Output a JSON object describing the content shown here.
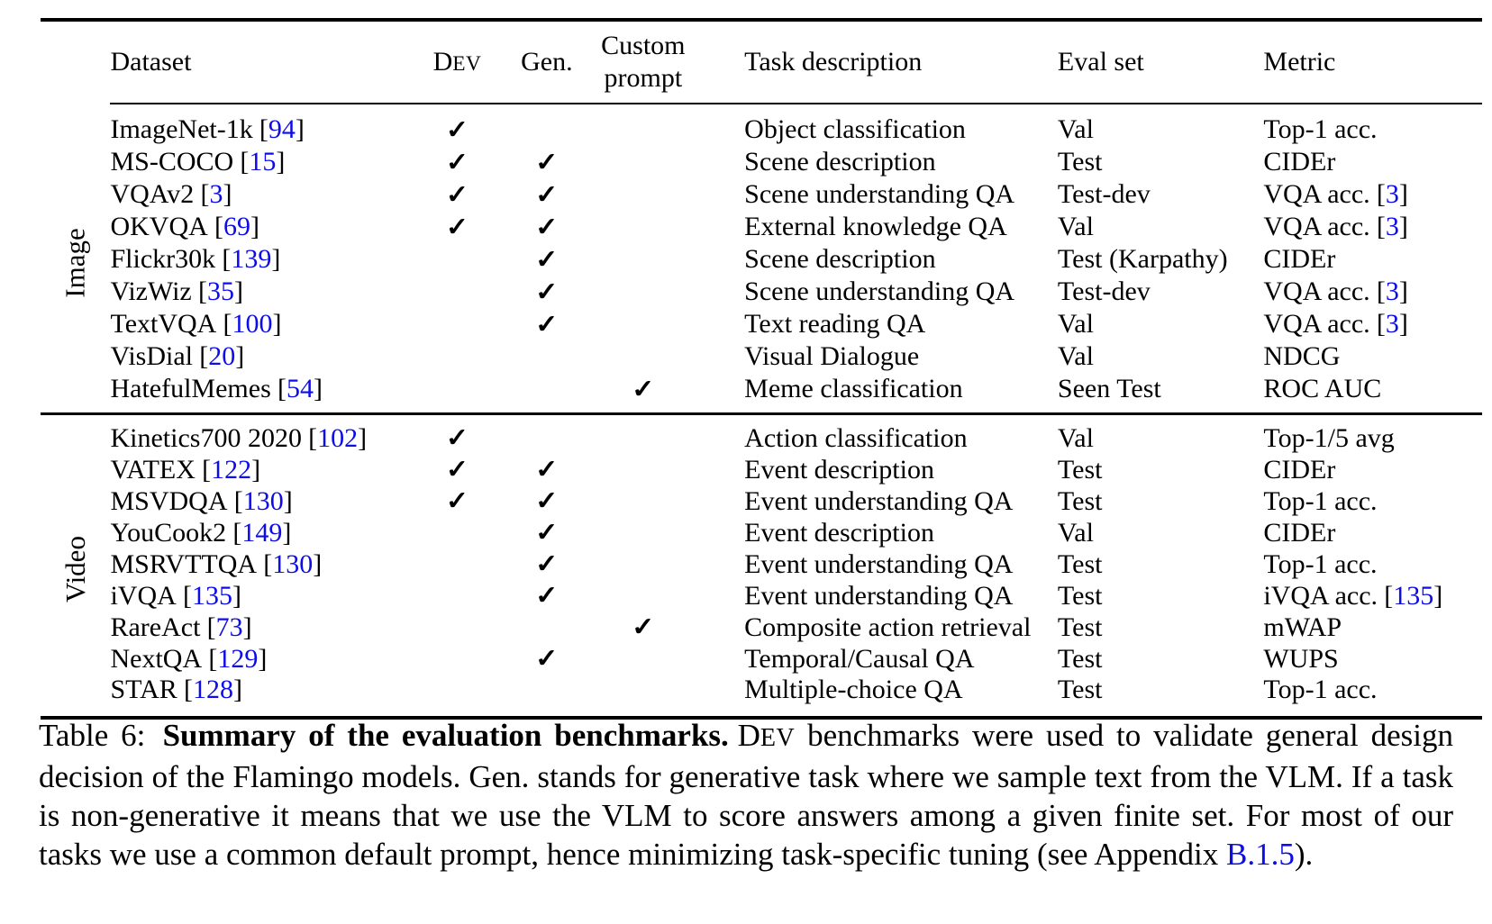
{
  "colors": {
    "link_blue": "#0D0DE8",
    "text": "#000000",
    "background": "#ffffff"
  },
  "cite": {
    "open": "[",
    "close": "]"
  },
  "header": {
    "dataset": "Dataset",
    "dev_first": "D",
    "dev_rest": "EV",
    "gen": "Gen.",
    "custom_line1": "Custom",
    "custom_line2": "prompt",
    "task": "Task description",
    "eval": "Eval set",
    "metric": "Metric"
  },
  "groups": [
    {
      "label": "Image",
      "rows": [
        {
          "dataset": "ImageNet-1k",
          "ref": "94",
          "dev": "✓",
          "gen": "",
          "custom": "",
          "task": "Object classification",
          "eval_set": "Val",
          "metric": "Top-1 acc."
        },
        {
          "dataset": "MS-COCO",
          "ref": "15",
          "dev": "✓",
          "gen": "✓",
          "custom": "",
          "task": "Scene description",
          "eval_set": "Test",
          "metric": "CIDEr"
        },
        {
          "dataset": "VQAv2",
          "ref": "3",
          "dev": "✓",
          "gen": "✓",
          "custom": "",
          "task": "Scene understanding QA",
          "eval_set": "Test-dev",
          "metric": "VQA acc.",
          "metric_ref": "3"
        },
        {
          "dataset": "OKVQA",
          "ref": "69",
          "dev": "✓",
          "gen": "✓",
          "custom": "",
          "task": "External knowledge QA",
          "eval_set": "Val",
          "metric": "VQA acc.",
          "metric_ref": "3"
        },
        {
          "dataset": "Flickr30k",
          "ref": "139",
          "dev": "",
          "gen": "✓",
          "custom": "",
          "task": "Scene description",
          "eval_set": "Test (Karpathy)",
          "metric": "CIDEr"
        },
        {
          "dataset": "VizWiz",
          "ref": "35",
          "dev": "",
          "gen": "✓",
          "custom": "",
          "task": "Scene understanding QA",
          "eval_set": "Test-dev",
          "metric": "VQA acc.",
          "metric_ref": "3"
        },
        {
          "dataset": "TextVQA",
          "ref": "100",
          "dev": "",
          "gen": "✓",
          "custom": "",
          "task": "Text reading QA",
          "eval_set": "Val",
          "metric": "VQA acc.",
          "metric_ref": "3"
        },
        {
          "dataset": "VisDial",
          "ref": "20",
          "dev": "",
          "gen": "",
          "custom": "",
          "task": "Visual Dialogue",
          "eval_set": "Val",
          "metric": "NDCG"
        },
        {
          "dataset": "HatefulMemes",
          "ref": "54",
          "dev": "",
          "gen": "",
          "custom": "✓",
          "task": "Meme classification",
          "eval_set": "Seen Test",
          "metric": "ROC AUC"
        }
      ]
    },
    {
      "label": "Video",
      "rows": [
        {
          "dataset": "Kinetics700 2020",
          "ref": "102",
          "dev": "✓",
          "gen": "",
          "custom": "",
          "task": "Action classification",
          "eval_set": "Val",
          "metric": "Top-1/5 avg"
        },
        {
          "dataset": "VATEX",
          "ref": "122",
          "dev": "✓",
          "gen": "✓",
          "custom": "",
          "task": "Event description",
          "eval_set": "Test",
          "metric": "CIDEr"
        },
        {
          "dataset": "MSVDQA",
          "ref": "130",
          "dev": "✓",
          "gen": "✓",
          "custom": "",
          "task": "Event understanding QA",
          "eval_set": "Test",
          "metric": "Top-1 acc."
        },
        {
          "dataset": "YouCook2",
          "ref": "149",
          "dev": "",
          "gen": "✓",
          "custom": "",
          "task": "Event description",
          "eval_set": "Val",
          "metric": "CIDEr"
        },
        {
          "dataset": "MSRVTTQA",
          "ref": "130",
          "dev": "",
          "gen": "✓",
          "custom": "",
          "task": "Event understanding QA",
          "eval_set": "Test",
          "metric": "Top-1 acc."
        },
        {
          "dataset": "iVQA",
          "ref": "135",
          "dev": "",
          "gen": "✓",
          "custom": "",
          "task": "Event understanding QA",
          "eval_set": "Test",
          "metric": "iVQA acc.",
          "metric_ref": "135"
        },
        {
          "dataset": "RareAct",
          "ref": "73",
          "dev": "",
          "gen": "",
          "custom": "✓",
          "task": "Composite action retrieval",
          "eval_set": "Test",
          "metric": "mWAP"
        },
        {
          "dataset": "NextQA",
          "ref": "129",
          "dev": "",
          "gen": "✓",
          "custom": "",
          "task": "Temporal/Causal QA",
          "eval_set": "Test",
          "metric": "WUPS"
        },
        {
          "dataset": "STAR",
          "ref": "128",
          "dev": "",
          "gen": "",
          "custom": "",
          "task": "Multiple-choice QA",
          "eval_set": "Test",
          "metric": "Top-1 acc."
        }
      ]
    }
  ],
  "caption": {
    "prefix": "Table 6:",
    "bold": "Summary of the evaluation benchmarks.",
    "dev_first": "D",
    "dev_rest": "EV",
    "body": " benchmarks were used to validate general design decision of the Flamingo models. Gen. stands for generative task where we sample text from the VLM. If a task is non-generative it means that we use the VLM to score answers among a given finite set. For most of our tasks we use a common default prompt, hence minimizing task-specific tuning (see Appendix ",
    "link": "B.1.5",
    "suffix": ")."
  }
}
